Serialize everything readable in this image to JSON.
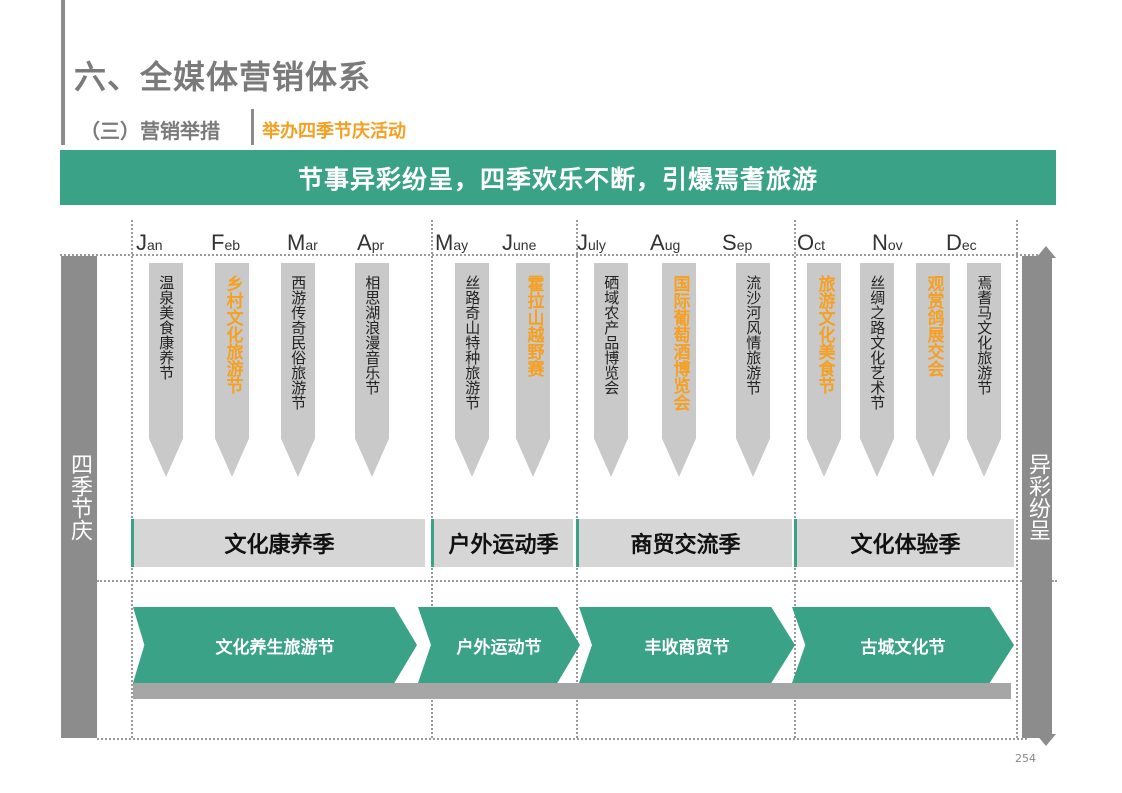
{
  "header": {
    "title": "六、全媒体营销体系",
    "subtitle": "（三）营销举措",
    "subtopic": "举办四季节庆活动"
  },
  "banner": "节事异彩纷呈，四季欢乐不断，引爆焉耆旅游",
  "side_left": "四季节庆",
  "side_right": "异彩纷呈",
  "months": [
    {
      "cap": "J",
      "rest": "an"
    },
    {
      "cap": "F",
      "rest": "eb"
    },
    {
      "cap": "M",
      "rest": "ar"
    },
    {
      "cap": "A",
      "rest": "pr"
    },
    {
      "cap": "M",
      "rest": "ay"
    },
    {
      "cap": "J",
      "rest": "une"
    },
    {
      "cap": "J",
      "rest": "uly"
    },
    {
      "cap": "A",
      "rest": "ug"
    },
    {
      "cap": "S",
      "rest": "ep"
    },
    {
      "cap": "O",
      "rest": "ct"
    },
    {
      "cap": "N",
      "rest": "ov"
    },
    {
      "cap": "D",
      "rest": "ec"
    }
  ],
  "festivals": [
    {
      "name": "温泉美食康养节",
      "highlight": false
    },
    {
      "name": "乡村文化旅游节",
      "highlight": true
    },
    {
      "name": "西游传奇民俗旅游节",
      "highlight": false
    },
    {
      "name": "相思湖浪漫音乐节",
      "highlight": false
    },
    {
      "name": "丝路奇山特种旅游节",
      "highlight": false
    },
    {
      "name": "霍拉山越野赛",
      "highlight": true
    },
    {
      "name": "硒域农产品博览会",
      "highlight": false
    },
    {
      "name": "国际葡萄酒博览会",
      "highlight": true
    },
    {
      "name": "流沙河风情旅游节",
      "highlight": false
    },
    {
      "name": "旅游文化美食节",
      "highlight": true
    },
    {
      "name": "丝绸之路文化艺术节",
      "highlight": false
    },
    {
      "name": "观赏鸽展交会",
      "highlight": true
    },
    {
      "name": "焉耆马文化旅游节",
      "highlight": false
    }
  ],
  "seasons": [
    "文化康养季",
    "户外运动季",
    "商贸交流季",
    "文化体验季"
  ],
  "chevrons": [
    "文化养生旅游节",
    "户外运动节",
    "丰收商贸节",
    "古城文化节"
  ],
  "page_number": "254",
  "colors": {
    "accent": "#39a287",
    "highlight": "#f5a023",
    "gray": "#8c8c8c"
  }
}
